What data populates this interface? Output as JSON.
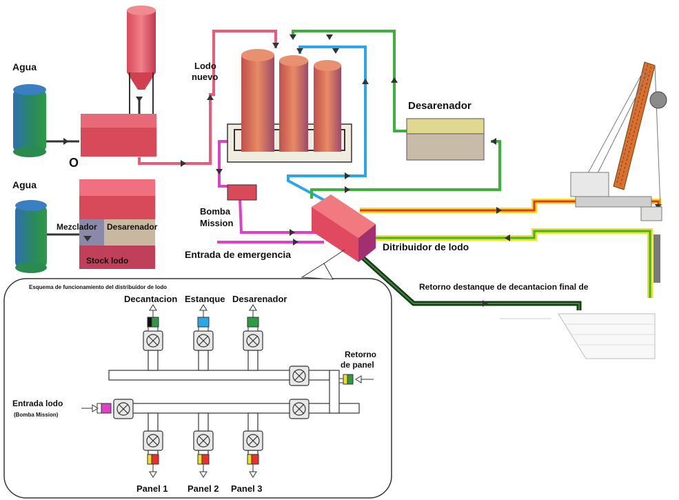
{
  "labels": {
    "agua_top": "Agua",
    "agua_bottom": "Agua",
    "o_mark": "O",
    "lodo_nuevo_1": "Lodo",
    "lodo_nuevo_2": "nuevo",
    "desarenador_top": "Desarenador",
    "bomba_1": "Bomba",
    "bomba_2": "Mission",
    "mezclador": "Mezclador",
    "desarenador_mix": "Desarenador",
    "stock_lodo": "Stock lodo",
    "entrada_emergencia": "Entrada de emergencia",
    "distribuidor": "Ditribuidor de lodo",
    "retorno": "Retorno destanque de decantacion final de"
  },
  "schematic": {
    "title": "Esquema de funcionamiento del distribuidor de lodo",
    "outlets_top": [
      "Decantacion",
      "Estanque",
      "Desarenador"
    ],
    "outlets_bottom": [
      "Panel 1",
      "Panel 2",
      "Panel 3"
    ],
    "retorno_1": "Retorno",
    "retorno_2": "de panel",
    "entrada_1": "Entrada lodo",
    "entrada_2": "(Bomba Mission)"
  },
  "colors": {
    "tank_red": "#e8556a",
    "water_blue": "#2f6db5",
    "water_green": "#2f9a45",
    "line_pink": "#ec5a7a",
    "line_magenta": "#e040c8",
    "line_blue": "#2aa7e8",
    "line_green": "#3cb23c",
    "line_yellow": "#f0e020",
    "line_red": "#e83030",
    "line_dark": "#1a3a1a"
  }
}
